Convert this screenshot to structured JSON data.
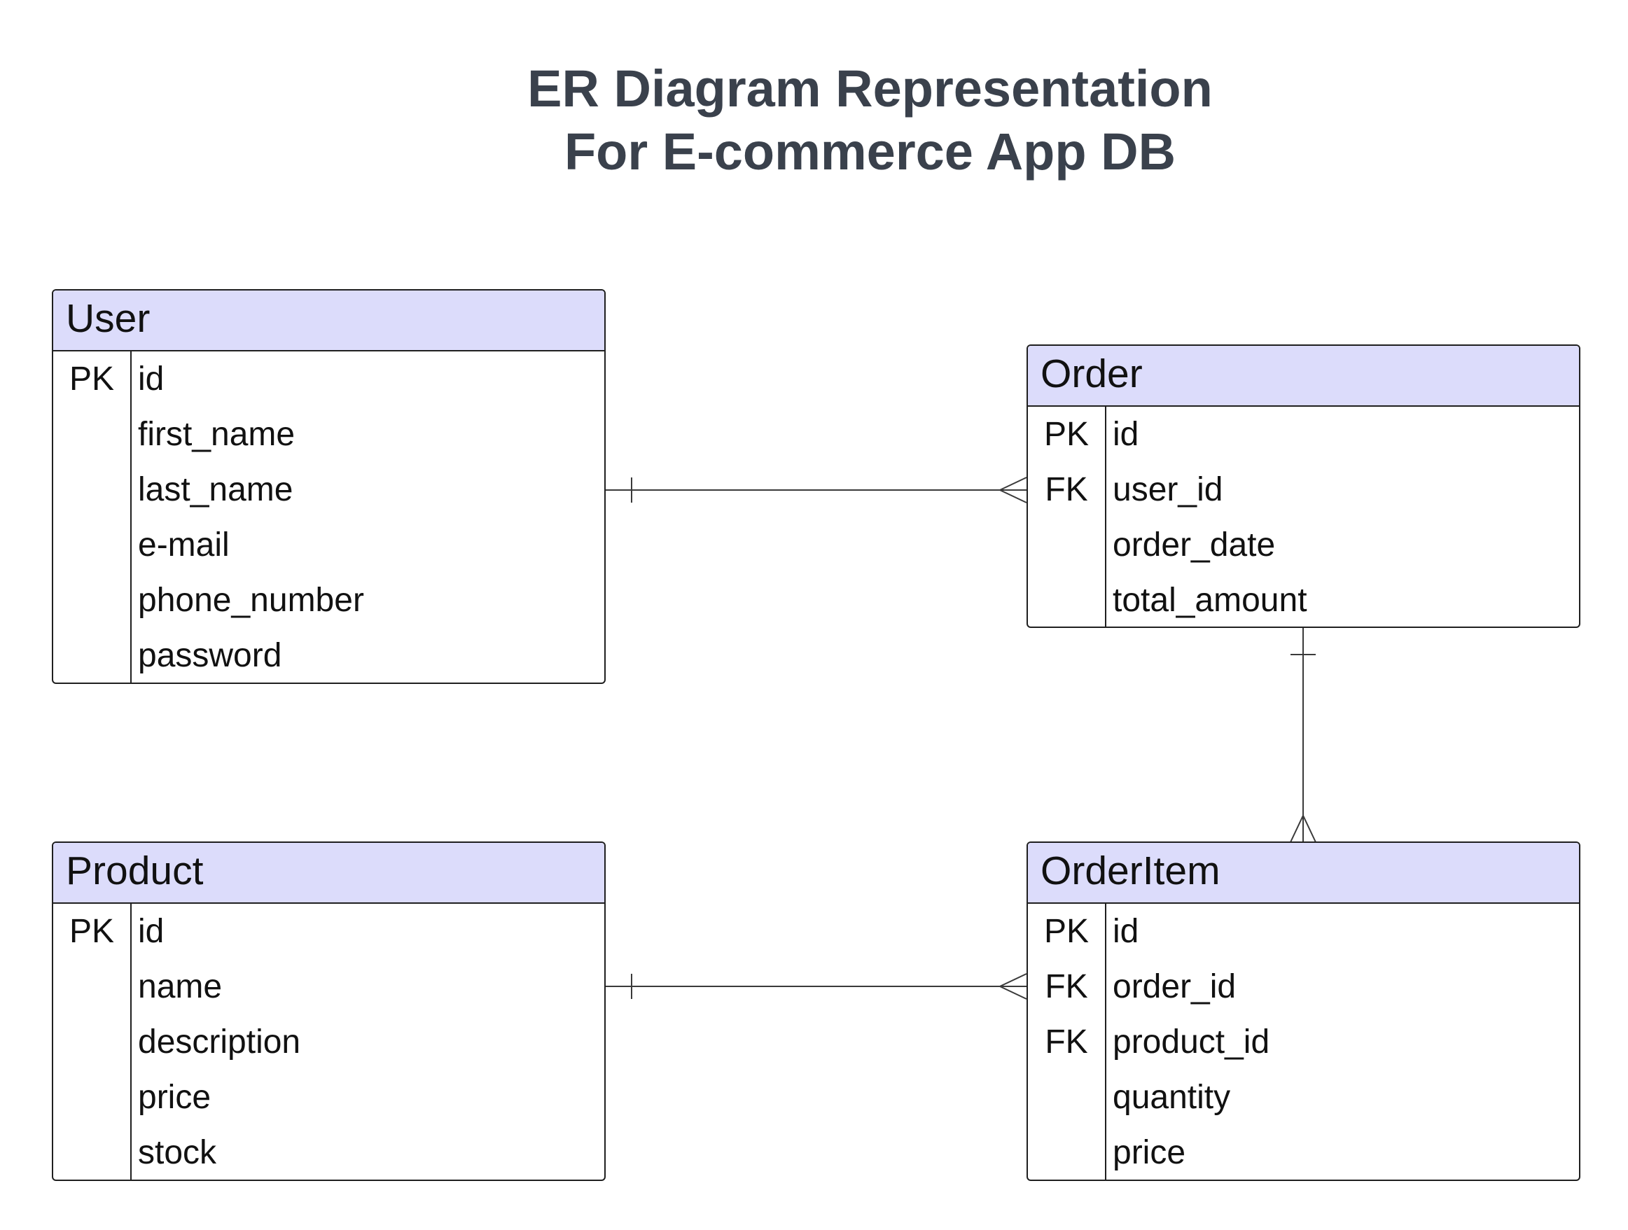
{
  "title": {
    "line1": "ER Diagram Representation",
    "line2": "For E-commerce App DB"
  },
  "colors": {
    "header_fill": "#dcdcfb",
    "border": "#1f1f1f",
    "title_text": "#3a414c",
    "relation_line": "#3a3a3a"
  },
  "entities": {
    "user": {
      "name": "User",
      "attributes": [
        {
          "key": "PK",
          "name": "id"
        },
        {
          "key": "",
          "name": "first_name"
        },
        {
          "key": "",
          "name": "last_name"
        },
        {
          "key": "",
          "name": "e-mail"
        },
        {
          "key": "",
          "name": "phone_number"
        },
        {
          "key": "",
          "name": "password"
        }
      ]
    },
    "order": {
      "name": "Order",
      "attributes": [
        {
          "key": "PK",
          "name": "id"
        },
        {
          "key": "FK",
          "name": "user_id"
        },
        {
          "key": "",
          "name": "order_date"
        },
        {
          "key": "",
          "name": "total_amount"
        }
      ]
    },
    "product": {
      "name": "Product",
      "attributes": [
        {
          "key": "PK",
          "name": "id"
        },
        {
          "key": "",
          "name": "name"
        },
        {
          "key": "",
          "name": "description"
        },
        {
          "key": "",
          "name": "price"
        },
        {
          "key": "",
          "name": "stock"
        }
      ]
    },
    "orderitem": {
      "name": "OrderItem",
      "attributes": [
        {
          "key": "PK",
          "name": "id"
        },
        {
          "key": "FK",
          "name": "order_id"
        },
        {
          "key": "FK",
          "name": "product_id"
        },
        {
          "key": "",
          "name": "quantity"
        },
        {
          "key": "",
          "name": "price"
        }
      ]
    }
  },
  "relationships": [
    {
      "from": "User",
      "from_cardinality": "one",
      "to": "Order",
      "to_cardinality": "many"
    },
    {
      "from": "Order",
      "from_cardinality": "one",
      "to": "OrderItem",
      "to_cardinality": "many"
    },
    {
      "from": "Product",
      "from_cardinality": "one",
      "to": "OrderItem",
      "to_cardinality": "many"
    }
  ]
}
